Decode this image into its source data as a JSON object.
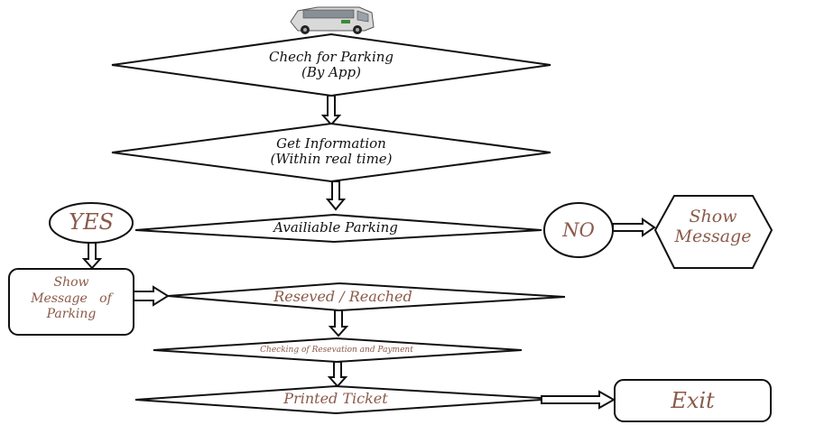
{
  "colors": {
    "stroke": "#111111",
    "accent_text": "#8a5a4a",
    "background": "#ffffff"
  },
  "nodes": {
    "check_parking": {
      "line1": "Chech for Parking",
      "line2": "(By App)"
    },
    "get_information": {
      "line1": "Get Information",
      "line2": "(Within real time)"
    },
    "available_parking": {
      "label": "Availiable Parking"
    },
    "yes": {
      "label": "YES"
    },
    "no": {
      "label": "NO"
    },
    "show_message": {
      "line1": "Show",
      "line2": "Message"
    },
    "show_message_parking": {
      "line1": "Show",
      "line2": "Message   of",
      "line3": "Parking"
    },
    "reserved_reached": {
      "label": "Reseved / Reached"
    },
    "checking_reservation": {
      "label": "Checking of Resevation and Payment"
    },
    "printed_ticket": {
      "label": "Printed Ticket"
    },
    "exit": {
      "label": "Exit"
    }
  },
  "icons": {
    "top": "car-icon"
  }
}
